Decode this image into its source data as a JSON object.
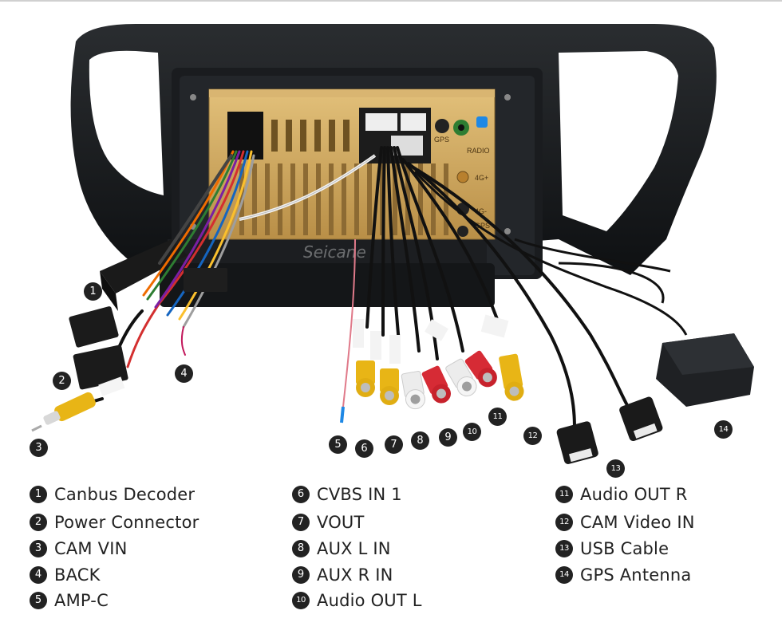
{
  "watermark": "Seicane",
  "panel_labels": {
    "gps": "GPS",
    "radio": "RADIO",
    "4g_1": "4G+",
    "4g_2": "4G-",
    "gps_2": "GPS"
  },
  "callouts": [
    {
      "id": "1",
      "label": "Canbus Decoder"
    },
    {
      "id": "2",
      "label": "Power Connector"
    },
    {
      "id": "3",
      "label": "CAM VIN"
    },
    {
      "id": "4",
      "label": "BACK"
    },
    {
      "id": "5",
      "label": "AMP-C"
    },
    {
      "id": "6",
      "label": "CVBS IN 1"
    },
    {
      "id": "7",
      "label": "VOUT"
    },
    {
      "id": "8",
      "label": "AUX L IN"
    },
    {
      "id": "9",
      "label": "AUX R IN"
    },
    {
      "id": "10",
      "label": "Audio OUT L"
    },
    {
      "id": "11",
      "label": "Audio OUT R"
    },
    {
      "id": "12",
      "label": "CAM Video IN"
    },
    {
      "id": "13",
      "label": "USB Cable"
    },
    {
      "id": "14",
      "label": "GPS Antenna"
    }
  ],
  "colors": {
    "frame": "#141618",
    "chassis": "#c9a45e",
    "rca_yellow": "#e8b516",
    "rca_red": "#d62b35",
    "rca_white": "#ececec",
    "badge": "#222222"
  }
}
